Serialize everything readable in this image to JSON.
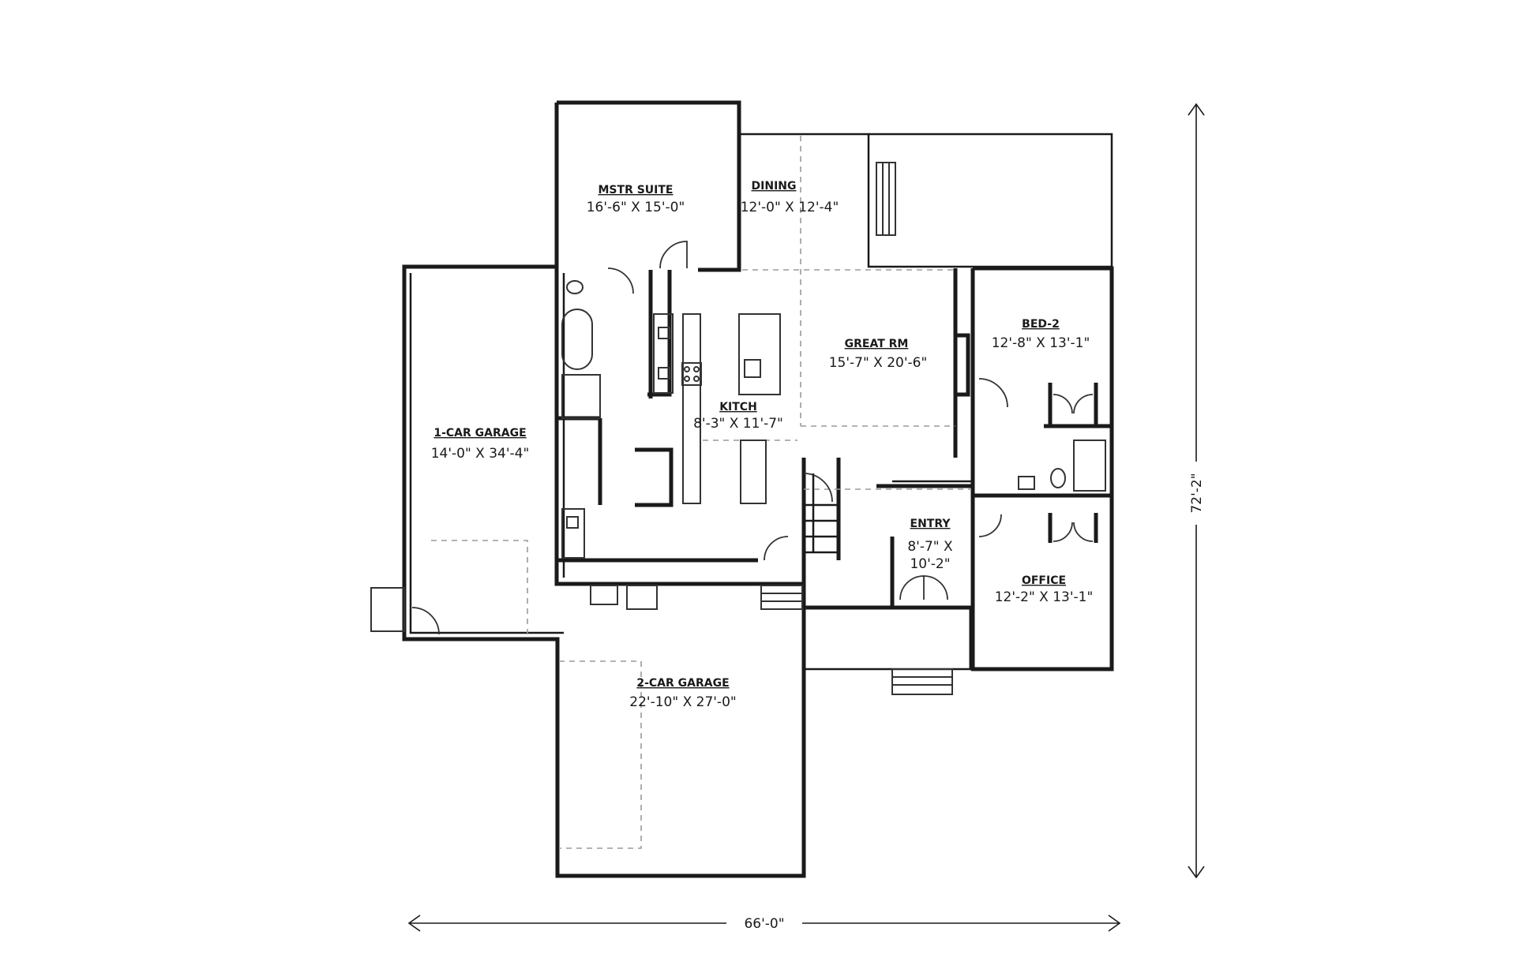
{
  "rooms": {
    "mstr_suite": {
      "name": "MSTR SUITE",
      "dims": "16'-6\" X 15'-0\""
    },
    "dining": {
      "name": "DINING",
      "dims": "12'-0\" X 12'-4\""
    },
    "great_rm": {
      "name": "GREAT RM",
      "dims": "15'-7\" X 20'-6\""
    },
    "bed_2": {
      "name": "BED-2",
      "dims": "12'-8\" X 13'-1\""
    },
    "kitch": {
      "name": "KITCH",
      "dims": "8'-3\" X 11'-7\""
    },
    "one_car_garage": {
      "name": "1-CAR GARAGE",
      "dims": "14'-0\" X 34'-4\""
    },
    "entry": {
      "name": "ENTRY",
      "dims_line1": "8'-7\" X",
      "dims_line2": "10'-2\""
    },
    "office": {
      "name": "OFFICE",
      "dims": "12'-2\" X 13'-1\""
    },
    "two_car_garage": {
      "name": "2-CAR GARAGE",
      "dims": "22'-10\" X 27'-0\""
    }
  },
  "overall": {
    "width": "66'-0\"",
    "depth": "72'-2\""
  }
}
